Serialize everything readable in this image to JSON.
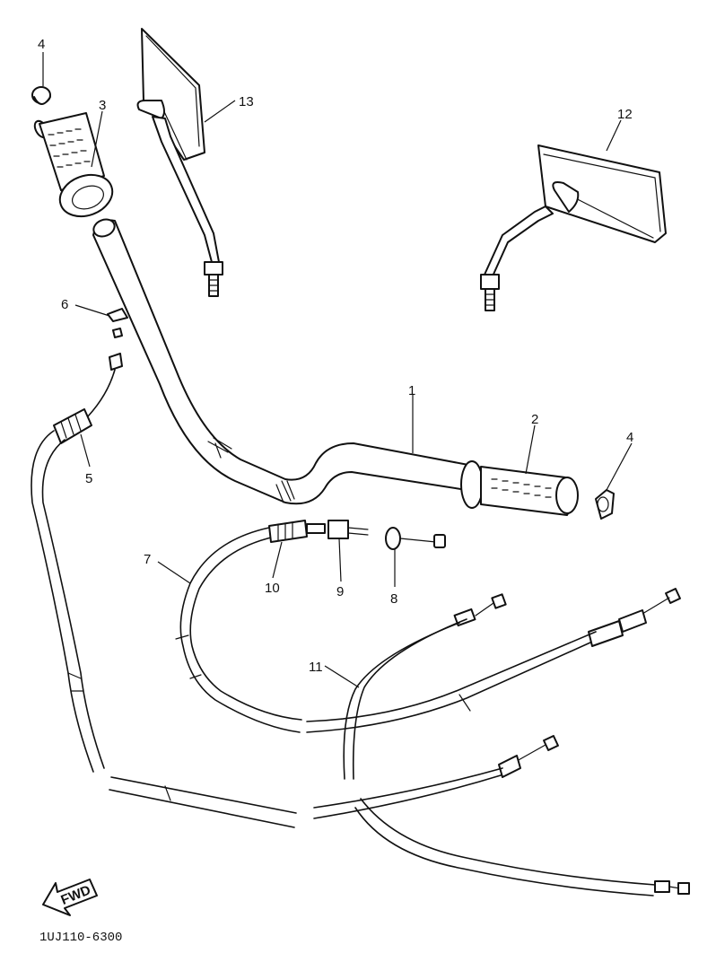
{
  "diagram": {
    "part_labels": [
      "1",
      "2",
      "3",
      "4",
      "4",
      "5",
      "6",
      "7",
      "8",
      "9",
      "10",
      "11",
      "12",
      "13"
    ],
    "fwd_label": "FWD",
    "drawing_code": "1UJ110-6300"
  }
}
